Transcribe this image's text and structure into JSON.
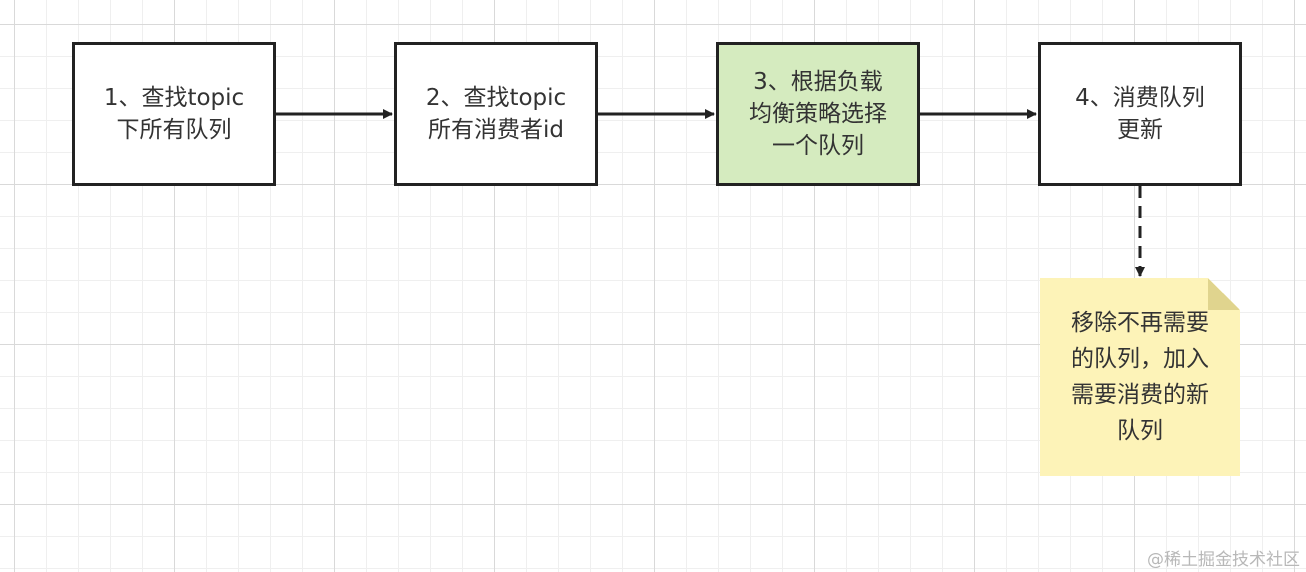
{
  "nodes": [
    {
      "id": "n1",
      "label": "1、查找topic\n下所有队列"
    },
    {
      "id": "n2",
      "label": "2、查找topic\n所有消费者id"
    },
    {
      "id": "n3",
      "label": "3、根据负载\n均衡策略选择\n一个队列",
      "fill": "#d5ebbf"
    },
    {
      "id": "n4",
      "label": "4、消费队列\n更新"
    }
  ],
  "note": {
    "label": "移除不再需要\n的队列，加入\n需要消费的新\n队列",
    "fill": "#fdf3b8"
  },
  "watermark": "@稀土掘金技术社区",
  "colors": {
    "stroke": "#222222",
    "grid": "#d9d9d9"
  }
}
